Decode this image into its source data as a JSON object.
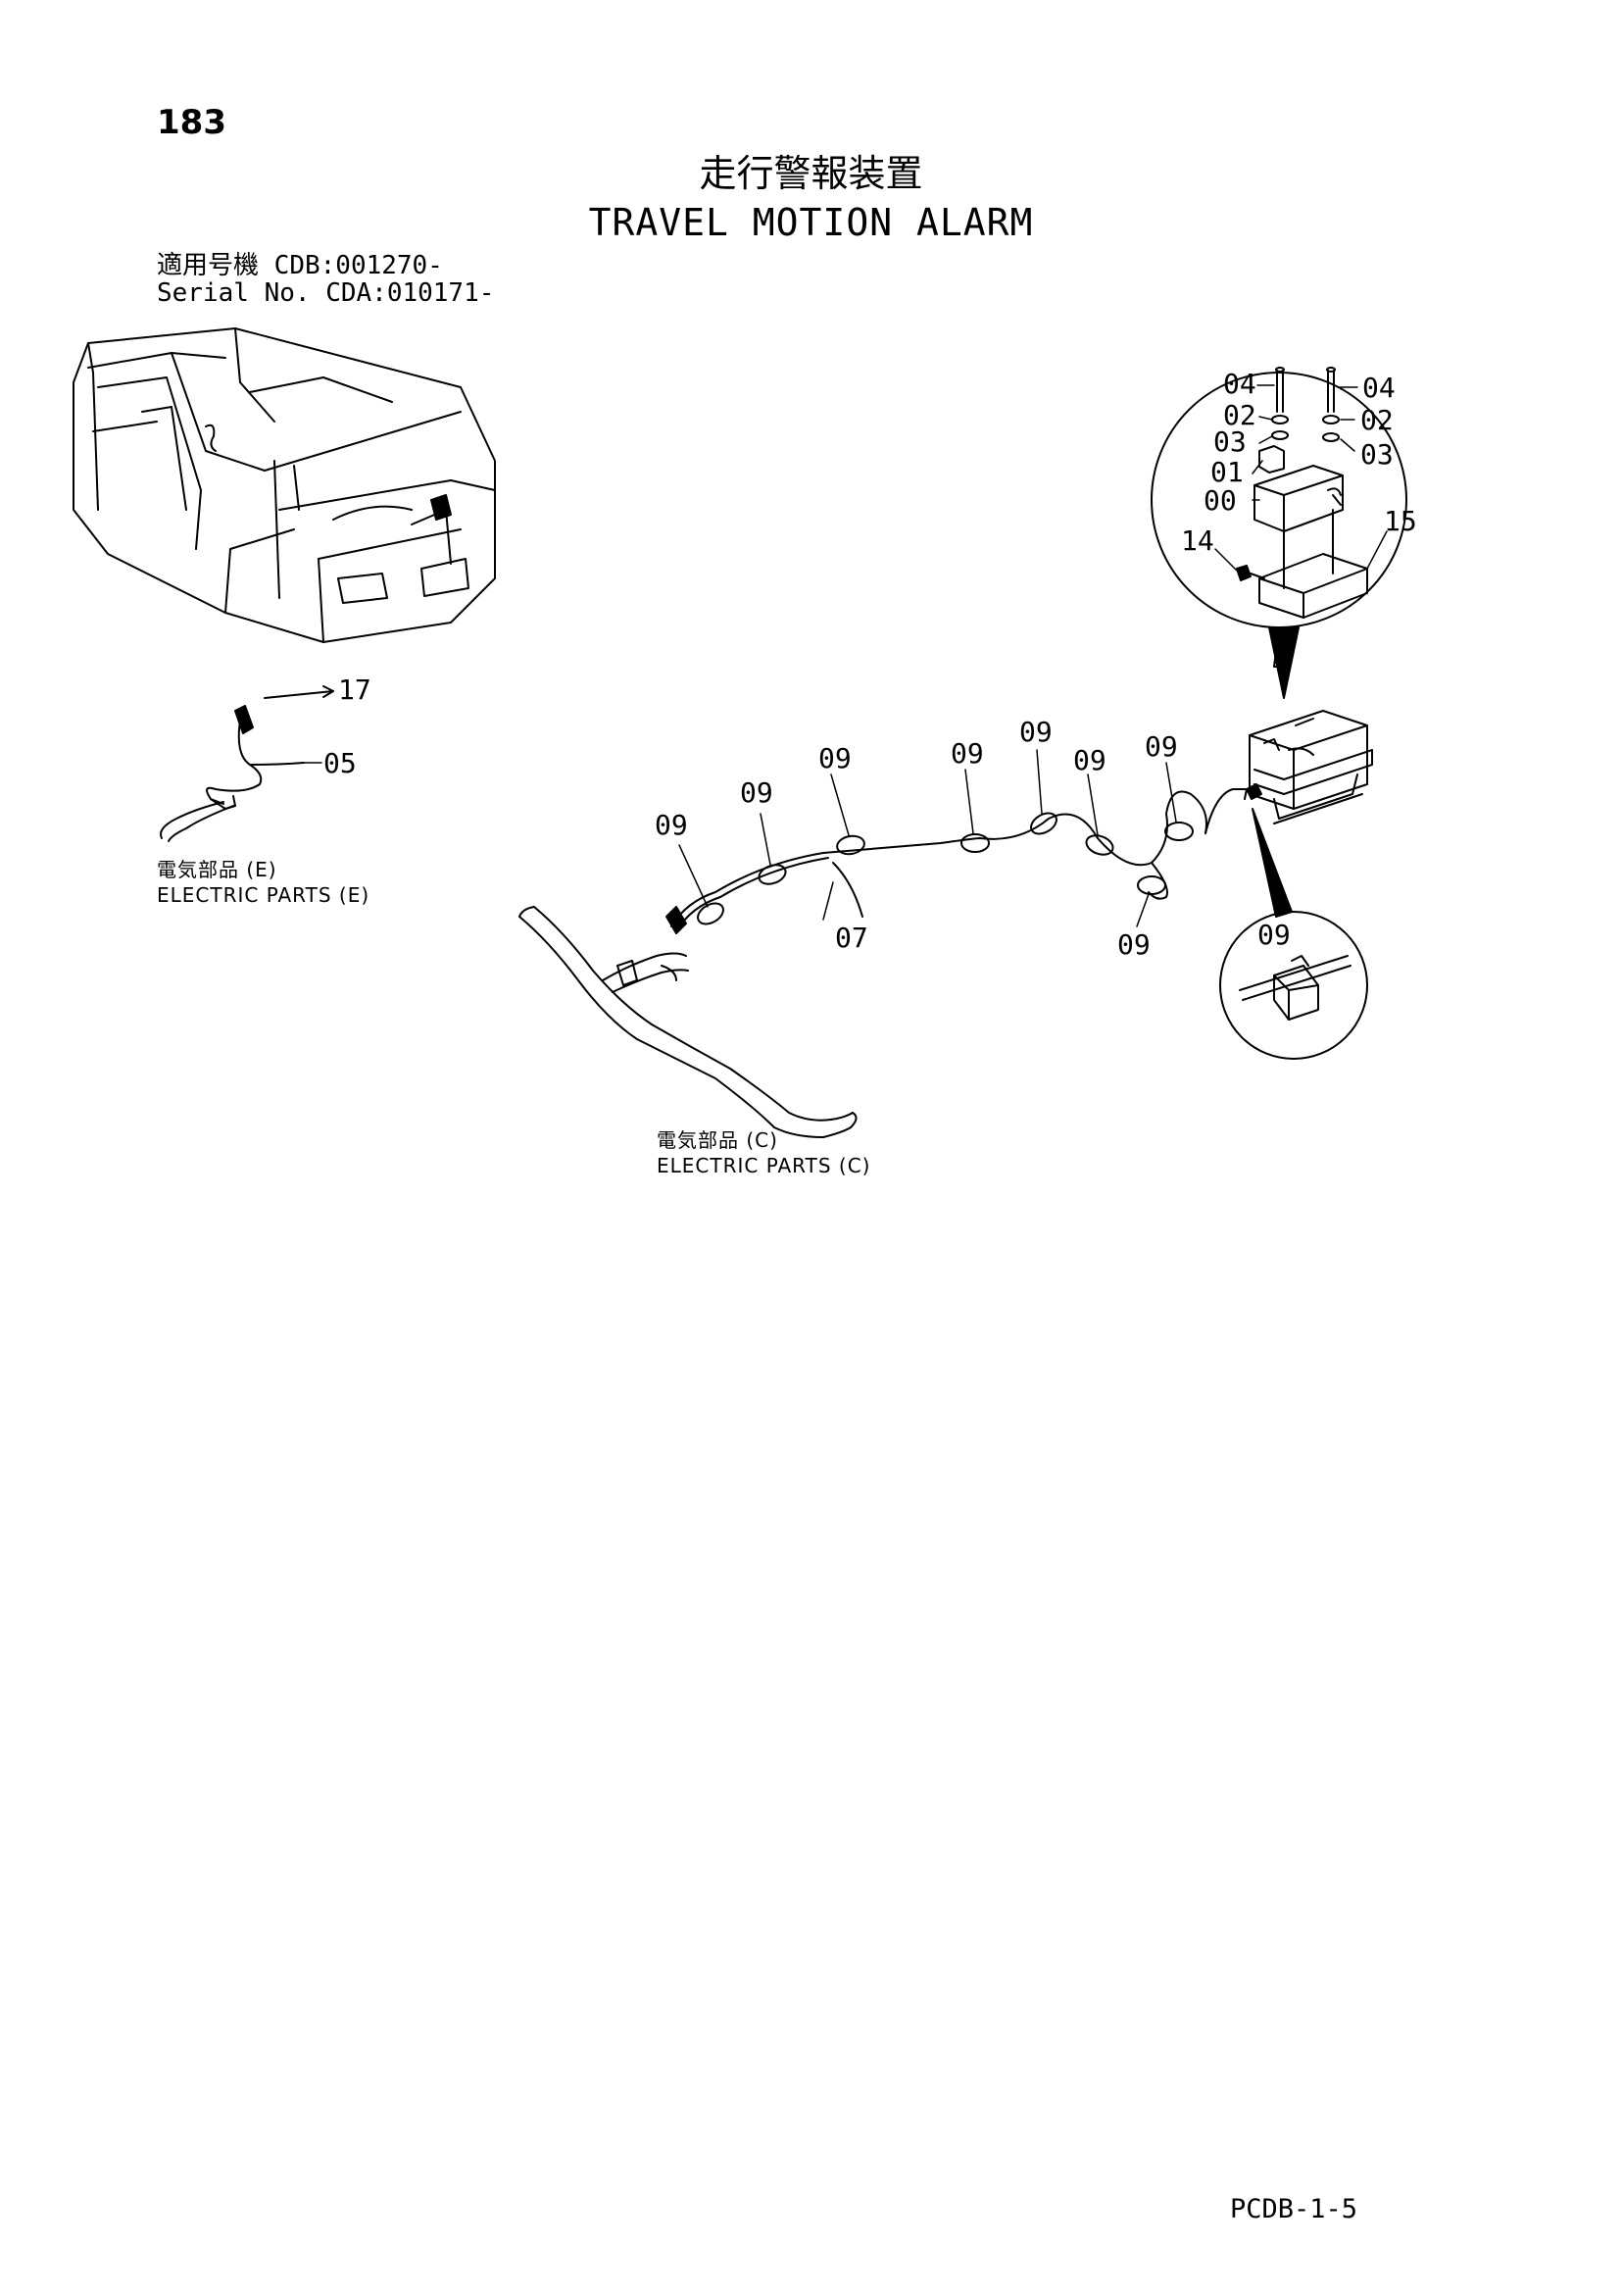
{
  "header": {
    "page_number": "183",
    "title_jp": "走行警報装置",
    "title_en": "TRAVEL MOTION ALARM"
  },
  "applicability": {
    "line1_label": "適用号機",
    "line1_value": "CDB:001270-",
    "line2_label": "Serial No.",
    "line2_value": "CDA:010171-"
  },
  "callouts": {
    "c04": "04",
    "c02": "02",
    "c03": "03",
    "c01": "01",
    "c00": "00",
    "c14": "14",
    "c15": "15",
    "c17": "17",
    "c05": "05",
    "c07": "07",
    "c09": "09"
  },
  "references": {
    "ref_e_jp": "電気部品 (E)",
    "ref_e_en": "ELECTRIC PARTS (E)",
    "ref_c_jp": "電気部品 (C)",
    "ref_c_en": "ELECTRIC PARTS (C)"
  },
  "footer": {
    "code": "PCDB-1-5"
  }
}
